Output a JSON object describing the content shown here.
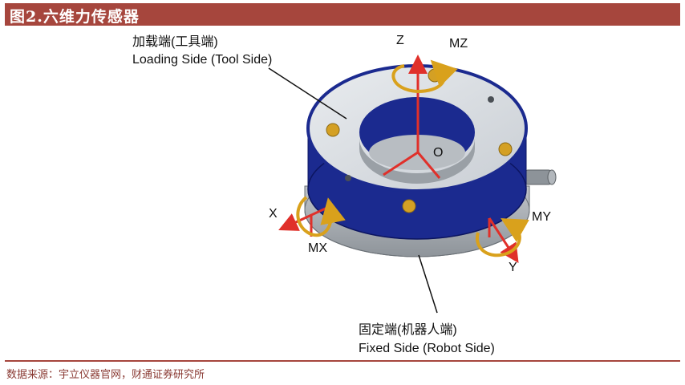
{
  "header": {
    "title": "图2.六维力传感器"
  },
  "callouts": {
    "loading_cn": "加载端(工具端)",
    "loading_en": "Loading Side (Tool Side)",
    "fixed_cn": "固定端(机器人端)",
    "fixed_en": "Fixed Side (Robot Side)"
  },
  "axes": {
    "z": "Z",
    "mz": "MZ",
    "origin": "O",
    "x": "X",
    "mx": "MX",
    "y": "Y",
    "my": "MY"
  },
  "footer": {
    "source": "数据来源：宇立仪器官网，财通证券研究所"
  },
  "colors": {
    "title_bar": "#a6463d",
    "ring_top": "#d9dde2",
    "ring_side": "#1b2a8f",
    "axis": "#e0302a",
    "moment": "#d9a11c"
  }
}
